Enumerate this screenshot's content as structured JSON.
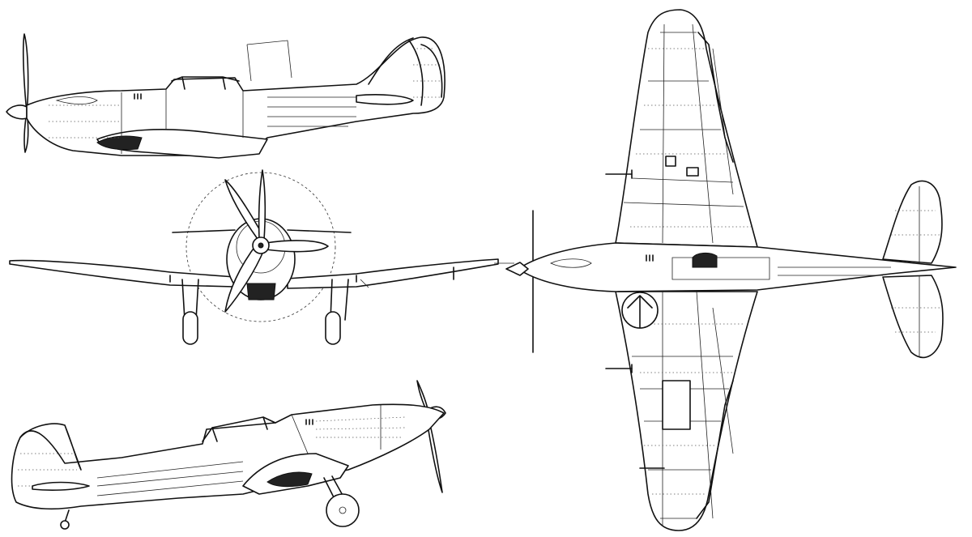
{
  "views": {
    "side_view_top": "side-view-left-profile",
    "front_view": "front-view",
    "side_view_bottom": "side-view-right-profile",
    "plan_view": "plan-view-underside"
  },
  "colors": {
    "ink": "#111111",
    "background": "#ffffff"
  }
}
